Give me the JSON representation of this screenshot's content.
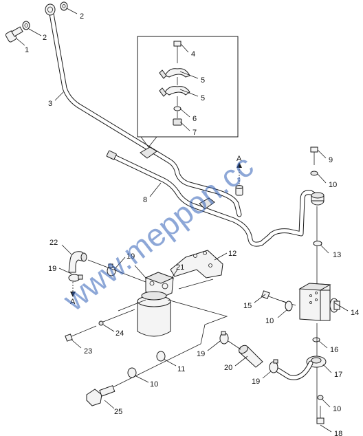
{
  "watermark": "www.meppon.cc",
  "view_marker": "A",
  "callouts": [
    {
      "id": "c1",
      "label": "1"
    },
    {
      "id": "c2a",
      "label": "2"
    },
    {
      "id": "c2b",
      "label": "2"
    },
    {
      "id": "c3",
      "label": "3"
    },
    {
      "id": "c4",
      "label": "4"
    },
    {
      "id": "c5a",
      "label": "5"
    },
    {
      "id": "c5b",
      "label": "5"
    },
    {
      "id": "c6",
      "label": "6"
    },
    {
      "id": "c7",
      "label": "7"
    },
    {
      "id": "c8",
      "label": "8"
    },
    {
      "id": "c9",
      "label": "9"
    },
    {
      "id": "c10a",
      "label": "10"
    },
    {
      "id": "c10b",
      "label": "10"
    },
    {
      "id": "c10c",
      "label": "10"
    },
    {
      "id": "c10d",
      "label": "10"
    },
    {
      "id": "c11",
      "label": "11"
    },
    {
      "id": "c12",
      "label": "12"
    },
    {
      "id": "c13",
      "label": "13"
    },
    {
      "id": "c14",
      "label": "14"
    },
    {
      "id": "c15",
      "label": "15"
    },
    {
      "id": "c16",
      "label": "16"
    },
    {
      "id": "c17",
      "label": "17"
    },
    {
      "id": "c18",
      "label": "18"
    },
    {
      "id": "c19a",
      "label": "19"
    },
    {
      "id": "c19b",
      "label": "19"
    },
    {
      "id": "c19c",
      "label": "19"
    },
    {
      "id": "c19d",
      "label": "19"
    },
    {
      "id": "c20",
      "label": "20"
    },
    {
      "id": "c21",
      "label": "21"
    },
    {
      "id": "c22",
      "label": "22"
    },
    {
      "id": "c23",
      "label": "23"
    },
    {
      "id": "c24",
      "label": "24"
    },
    {
      "id": "c25",
      "label": "25"
    }
  ]
}
